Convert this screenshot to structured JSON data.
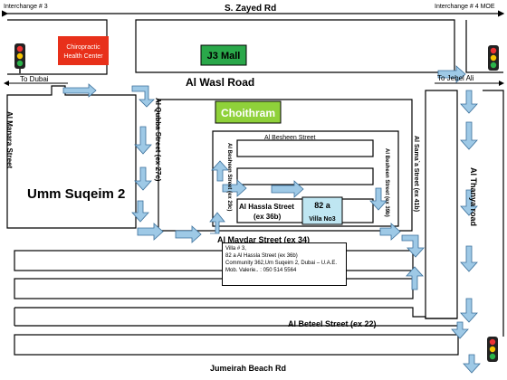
{
  "roads": {
    "top_road": "S. Zayed Rd",
    "interchange_left": "Interchange # 3",
    "interchange_right": "Interchange # 4 MOE",
    "al_wasl": "Al Wasl Road",
    "to_dubai": "To Dubai",
    "to_jebel_ali": "To Jebel Ali",
    "al_manara": "Al Manara Street",
    "al_qubba": "Al Qubba Street (ex 27c)",
    "al_besheen_top": "Al Besheen Street",
    "al_besheen_left": "Al Besheen Street (ex 29c)",
    "al_besheen_right": "Al Besheen Street (ex 39b)",
    "al_hassla": "Al Hassla Street",
    "al_hassla_ex": "(ex 36b)",
    "al_maydar": "Al Maydar Street (ex 34)",
    "al_sama": "Al Sama`a Street (ex 41b)",
    "al_thanya": "Al Thanya road",
    "al_beteel": "Al Beteel Street (ex 22)",
    "jumeirah": "Jumeirah Beach  Rd"
  },
  "places": {
    "chiropractic_line1": "Chiropractic",
    "chiropractic_line2": "Health Center",
    "j3_mall": "J3 Mall",
    "choithram": "Choithram",
    "area": "Umm Suqeim 2",
    "villa_line1": "82 a",
    "villa_line2": "Villa No3"
  },
  "info_box": {
    "line1": "Villa # 3,",
    "line2": "82 a Al Hassla Street (ex 36b)",
    "line3": "Community 362,Um Suqeim 2, Dubai – U.A.E.",
    "line4": "Mob. Valerie.. : 050 514 5564"
  },
  "colors": {
    "chiropractic": "#e8301a",
    "j3_mall": "#2aa84a",
    "choithram": "#8fd13a",
    "villa": "#bfe6f2",
    "arrow": "#9ec9e6",
    "arrow_stroke": "#3a6f9a"
  },
  "icons": [
    "traffic-light-icon",
    "direction-arrow-icon"
  ]
}
